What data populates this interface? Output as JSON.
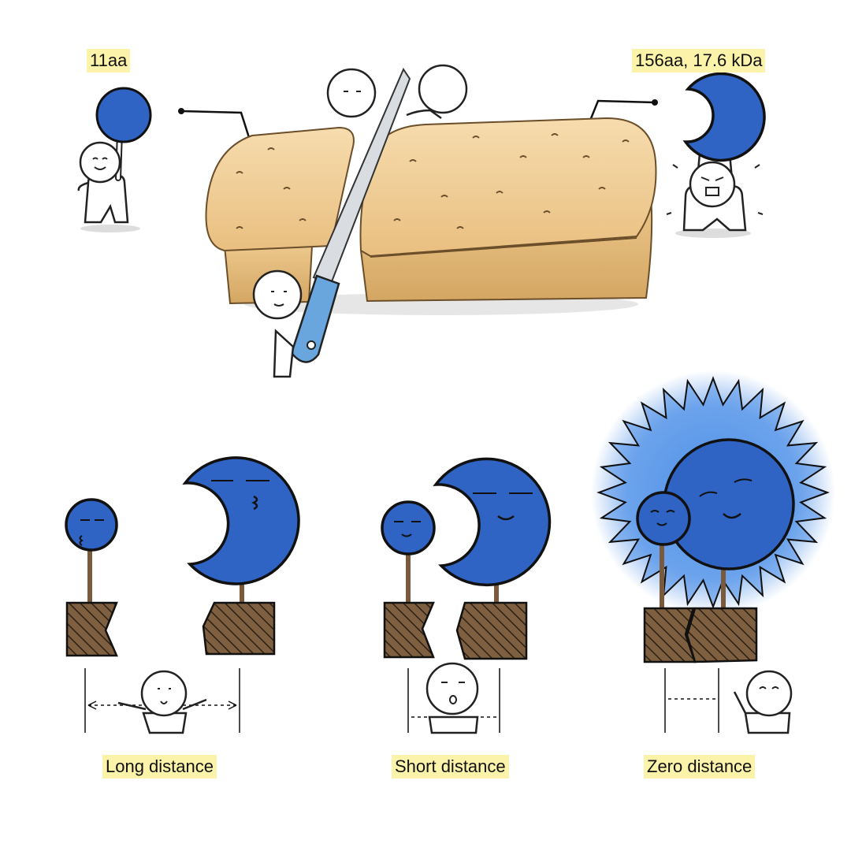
{
  "labels": {
    "small_peptide": "11aa",
    "large_protein": "156aa, 17.6 kDa"
  },
  "panels": [
    {
      "caption": "Long distance"
    },
    {
      "caption": "Short distance"
    },
    {
      "caption": "Zero distance"
    }
  ],
  "colors": {
    "protein_blue": "#2f64c4",
    "bread": "#f1cc92",
    "bread_crust": "#d9ae6d",
    "stem": "#8a6a40",
    "base": "#7a5a3a",
    "highlight": "#fbf3a9",
    "glow": "#4a8ee8",
    "saw_handle": "#6aa6de"
  }
}
